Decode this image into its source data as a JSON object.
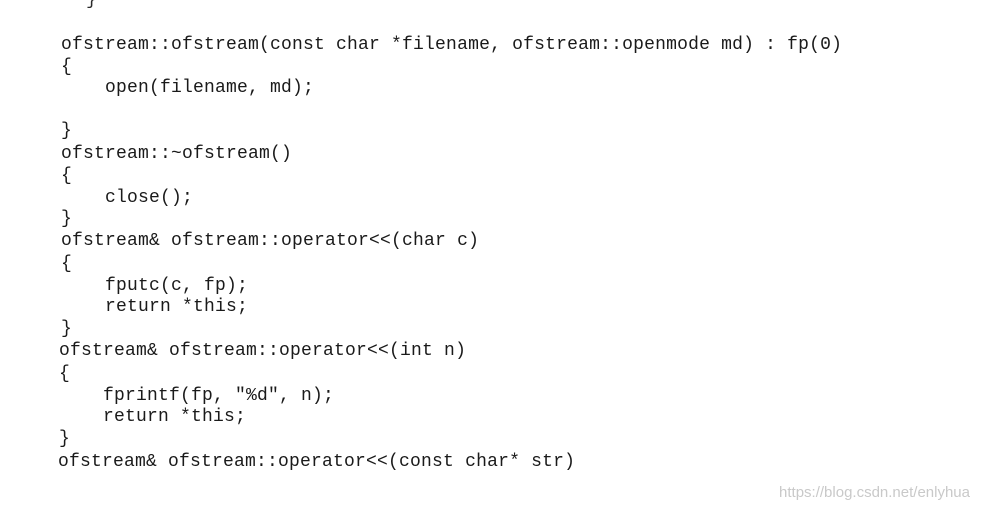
{
  "document": {
    "top_fragment": "}",
    "lines": [
      "ofstream::ofstream(const char *filename, ofstream::openmode md) : fp(0)",
      "{",
      "    open(filename, md);",
      "",
      "}",
      "ofstream::~ofstream()",
      "{",
      "    close();",
      "}",
      "ofstream& ofstream::operator<<(char c)",
      "{",
      "    fputc(c, fp);",
      "    return *this;",
      "}",
      "ofstream& ofstream::operator<<(int n)",
      "{",
      "    fprintf(fp, \"%d\", n);",
      "    return *this;",
      "}",
      "ofstream& ofstream::operator<<(const char* str)"
    ],
    "watermark": "https://blog.csdn.net/enlyhua"
  }
}
